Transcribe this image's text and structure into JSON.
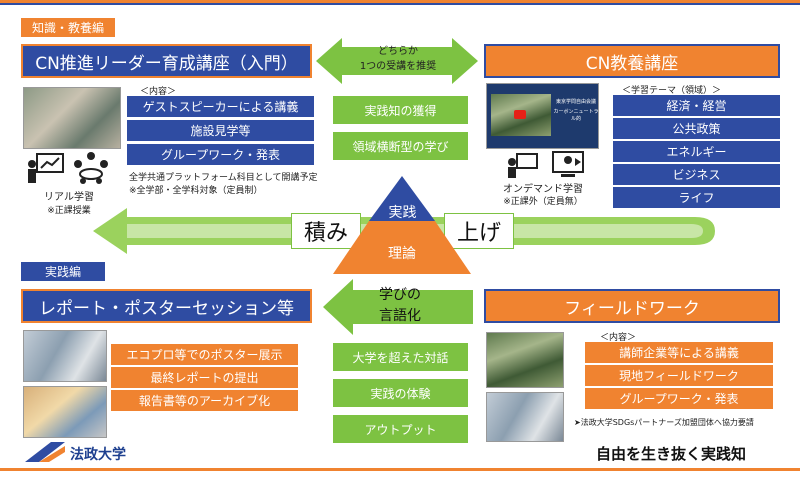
{
  "colors": {
    "orange": "#f08330",
    "blue": "#2f4ca2",
    "green": "#7dc242",
    "dark_blue": "#1d3f8f"
  },
  "top_tag": "知識・教養編",
  "cn_leader": {
    "title": "CN推進リーダー育成講座（入門）",
    "content_label": "＜内容＞",
    "items": [
      "ゲストスピーカーによる講義",
      "施設見学等",
      "グループワーク・発表"
    ],
    "note1": "全学共通プラットフォーム科目として開講予定",
    "note2": "※全学部・全学科対象（定員制）",
    "icon_label": "リアル学習",
    "icon_note": "※正課授業"
  },
  "choice": {
    "line1": "どちらか",
    "line2": "1つの受講を推奨"
  },
  "center_top_items": [
    "実践知の獲得",
    "領域横断型の学び"
  ],
  "cn_kyoyo": {
    "title": "CN教養講座",
    "theme_label": "＜学習テーマ（領域）＞",
    "themes": [
      "経済・経営",
      "公共政策",
      "エネルギー",
      "ビジネス",
      "ライフ"
    ],
    "icon_label": "オンデマンド学習",
    "icon_note": "※正課外（定員無）"
  },
  "pyramid": {
    "top": "実践",
    "bottom": "理論"
  },
  "band": {
    "left": "積み",
    "right": "上げ"
  },
  "practice_tag": "実践編",
  "report": {
    "title": "レポート・ポスターセッション等",
    "items": [
      "エコプロ等でのポスター展示",
      "最終レポートの提出",
      "報告書等のアーカイブ化"
    ]
  },
  "verbalize": {
    "line1": "学びの",
    "line2": "言語化"
  },
  "center_bottom_items": [
    "大学を超えた対話",
    "実践の体験",
    "アウトプット"
  ],
  "field": {
    "title": "フィールドワーク",
    "content_label": "＜内容＞",
    "items": [
      "講師企業等による講義",
      "現地フィールドワーク",
      "グループワーク・発表"
    ],
    "note": "➤法政大学SDGsパートナーズ加盟団体へ協力要請"
  },
  "university": "法政大学",
  "slogan": "自由を生き抜く実践知",
  "video_caption": {
    "line1": "東京学問自由会議",
    "line2": "カーボンニュートラル的"
  },
  "icons": [
    "graduation-cap-icon",
    "presentation-icon",
    "group-meeting-icon",
    "online-learning-icon",
    "video-lecture-icon",
    "hosei-logo-icon"
  ]
}
